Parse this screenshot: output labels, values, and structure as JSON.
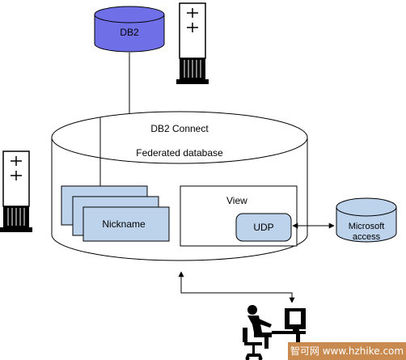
{
  "diagram": {
    "db2_label": "DB2",
    "federated_title_line1": "DB2 Connect",
    "federated_title_line2": "Federated database",
    "nickname_label": "Nickname",
    "view_label": "View",
    "udp_label": "UDP",
    "access_label_line1": "Microsoft",
    "access_label_line2": "access"
  },
  "colors": {
    "db2_fill": "#6f6fe8",
    "nickname_fill": "#bdd3ec",
    "udp_fill": "#bdd3ec",
    "access_fill": "#bdd3ec"
  },
  "watermark": {
    "text": "智可网 www.hzhike.com"
  }
}
